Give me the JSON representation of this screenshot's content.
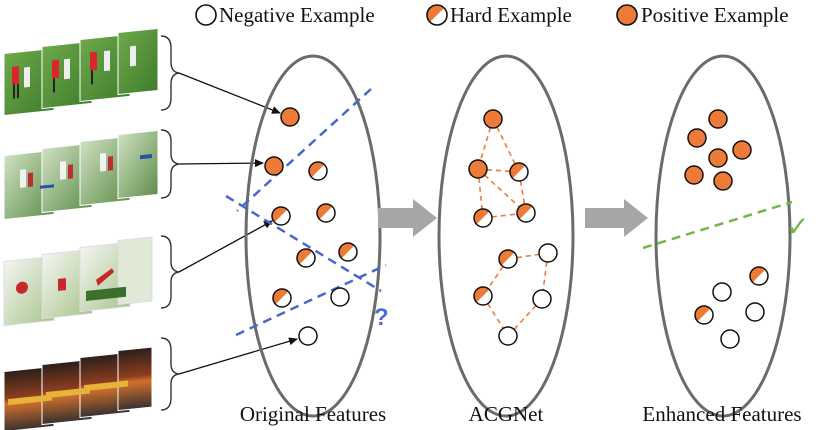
{
  "legend": {
    "negative_label": "Negative Example",
    "hard_label": "Hard Example",
    "positive_label": "Positive Example"
  },
  "captions": {
    "original": "Original Features",
    "acgnet": "ACGNet",
    "enhanced": "Enhanced Features"
  },
  "question_mark": "?",
  "check_mark": "✓",
  "colors": {
    "positive": "#ee7a38",
    "negative": "#ffffff",
    "outline": "#111111",
    "ellipse": "#6b6b6b",
    "boundary_blue": "#4a68c9",
    "boundary_green": "#6fba44",
    "graph_edge": "#ee7a38",
    "flow_arrow": "#a6a6a6"
  },
  "icons": {
    "video_clip_thumbnails": "video-frame-stack",
    "brace": "curly-brace"
  }
}
